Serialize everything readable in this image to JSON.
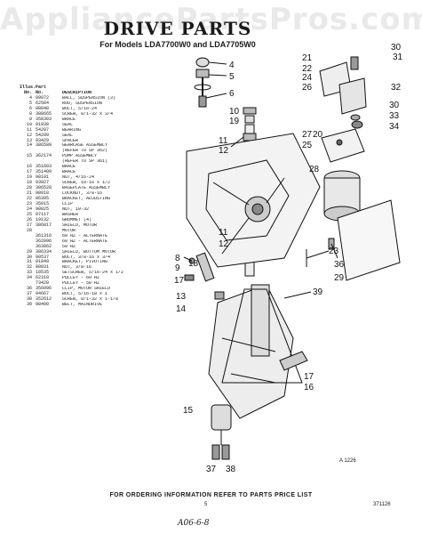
{
  "watermark": "AppliancePartsPros.com",
  "title": "DRIVE PARTS",
  "subtitle": "For Models LDA7700W0 and LDA7705W0",
  "legend": {
    "header_illus": "Illus.",
    "header_part": "Part",
    "col_no": "No.",
    "col_no2": "No.",
    "col_desc": "DESCRIPTION",
    "rows": [
      {
        "illus": "4",
        "part": "99072",
        "desc": "BALL, SUSPENSION (3)"
      },
      {
        "illus": "5",
        "part": "62584",
        "desc": "ROD, SUSPENSION"
      },
      {
        "illus": "6",
        "part": "98048",
        "desc": "BOLT, 5/16-24"
      },
      {
        "illus": "8",
        "part": "388665",
        "desc": "SCREW, 8/1-32 x 3/4"
      },
      {
        "illus": "9",
        "part": "358303",
        "desc": "BRACE"
      },
      {
        "illus": "10",
        "part": "91938",
        "desc": "SEAL"
      },
      {
        "illus": "11",
        "part": "54207",
        "desc": "BEARING"
      },
      {
        "illus": "12",
        "part": "54209",
        "desc": "SEAL"
      },
      {
        "illus": "13",
        "part": "93429",
        "desc": "SPACER"
      },
      {
        "illus": "14",
        "part": "386589",
        "desc": "GEARCASE ASSEMBLY"
      },
      {
        "illus": "",
        "part": "",
        "desc": "(REFER TO SP 362)"
      },
      {
        "illus": "15",
        "part": "362174",
        "desc": "PUMP ASSEMBLY"
      },
      {
        "illus": "",
        "part": "",
        "desc": "(REFER TO SP 361)"
      },
      {
        "illus": "16",
        "part": "351603",
        "desc": "BRACE"
      },
      {
        "illus": "17",
        "part": "351409",
        "desc": "BRACE"
      },
      {
        "illus": "19",
        "part": "98101",
        "desc": "NUT, 4/16-24"
      },
      {
        "illus": "18",
        "part": "93927",
        "desc": "SCREW, 10-16 x 1/2"
      },
      {
        "illus": "20",
        "part": "386528",
        "desc": "BASEPLATE ASSEMBLY"
      },
      {
        "illus": "21",
        "part": "98018",
        "desc": "LOCKNUT, 3/8-16"
      },
      {
        "illus": "22",
        "part": "86395",
        "desc": "BRACKET, ADJUSTING"
      },
      {
        "illus": "23",
        "part": "35015",
        "desc": "CLIP"
      },
      {
        "illus": "24",
        "part": "98025",
        "desc": "NUT, 10-32"
      },
      {
        "illus": "25",
        "part": "97117",
        "desc": "WASHER"
      },
      {
        "illus": "26",
        "part": "19132",
        "desc": "GROMMET (4)"
      },
      {
        "illus": "27",
        "part": "386817",
        "desc": "SHIELD, MOTOR"
      },
      {
        "illus": "28",
        "part": "",
        "desc": "MOTOR"
      },
      {
        "illus": "",
        "part": "361316",
        "desc": "60 HZ - ALTERNATE"
      },
      {
        "illus": "",
        "part": "362096",
        "desc": "60 HZ - ALTERNATE"
      },
      {
        "illus": "",
        "part": "363062",
        "desc": "50 HZ"
      },
      {
        "illus": "29",
        "part": "386334",
        "desc": "SHIELD, BOTTOM MOTOR"
      },
      {
        "illus": "30",
        "part": "90537",
        "desc": "BOLT, 3/8-16 x 3/4"
      },
      {
        "illus": "31",
        "part": "91849",
        "desc": "BRACKET, PIVOTING"
      },
      {
        "illus": "32",
        "part": "98031",
        "desc": "NUT, 3/8-16"
      },
      {
        "illus": "33",
        "part": "18535",
        "desc": "SETSCREW, 5/16-24 x 1/2"
      },
      {
        "illus": "34",
        "part": "62310",
        "desc": "PULLEY - 60 HZ"
      },
      {
        "illus": "",
        "part": "73420",
        "desc": "PULLEY - 50 HZ"
      },
      {
        "illus": "36",
        "part": "356096",
        "desc": "CLIP, MOTOR SHIELD"
      },
      {
        "illus": "37",
        "part": "94667",
        "desc": "BOLT, 5/16-18 x 1"
      },
      {
        "illus": "38",
        "part": "352612",
        "desc": "SCREW, 8/1-32 x 1-1/8"
      },
      {
        "illus": "39",
        "part": "98400",
        "desc": "BELT, MAINDRIVE"
      }
    ]
  },
  "callouts": {
    "c4": "4",
    "c5": "5",
    "c6": "6",
    "c8": "8",
    "c9": "9",
    "c10": "10",
    "c11": "11",
    "c11b": "11",
    "c12": "12",
    "c12b": "12",
    "c13": "13",
    "c14": "14",
    "c15": "15",
    "c16": "16",
    "c17": "17",
    "c17b": "17",
    "c18": "18",
    "c19": "19",
    "c20": "20",
    "c21": "21",
    "c22": "22",
    "c23": "23",
    "c24": "24",
    "c25": "25",
    "c26": "26",
    "c27": "27",
    "c28": "28",
    "c29": "29",
    "c30": "30",
    "c31": "31",
    "c32": "32",
    "c33": "33",
    "c34": "34",
    "c36": "36",
    "c37": "37",
    "c38": "38",
    "c39": "39"
  },
  "figure_ref": "A 1226",
  "footer": "FOR ORDERING INFORMATION REFER TO PARTS PRICE LIST",
  "page_number": "5",
  "doc_number": "371126",
  "handwritten": "A06-6-8"
}
